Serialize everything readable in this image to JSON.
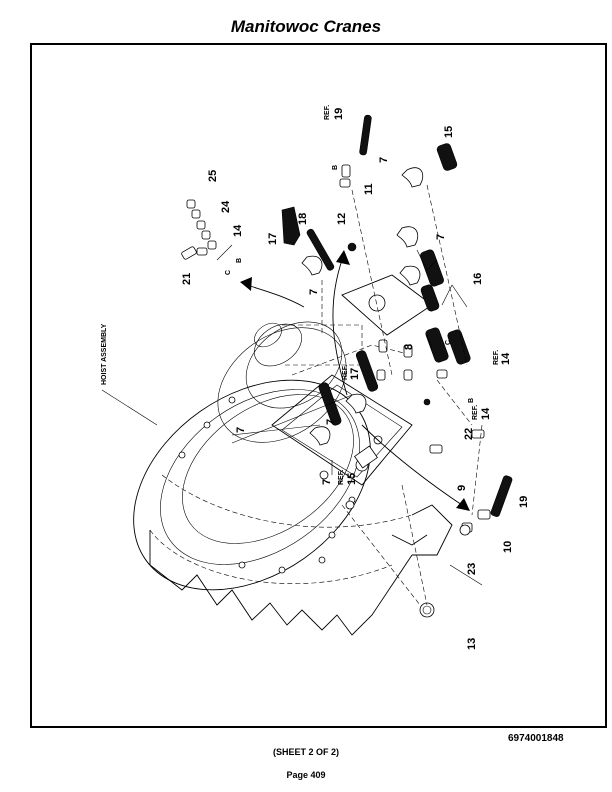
{
  "header": {
    "title": "Manitowoc Cranes"
  },
  "diagram": {
    "assembly_label": "HOIST ASSEMBLY",
    "ref_label": "REF.",
    "callouts": {
      "c25": "25",
      "c24": "24",
      "c14a": "14",
      "c21": "21",
      "c17": "17",
      "c18": "18",
      "c12": "12",
      "c19": "19",
      "c11": "11",
      "c7a": "7",
      "c15": "15",
      "c7b": "7",
      "c7c": "7",
      "c16": "16",
      "c7d": "7",
      "c7e": "7",
      "c7f": "7",
      "c8": "8",
      "c17ref": "17",
      "c15ref": "15",
      "c14ref": "14",
      "c14ref2": "14",
      "c22": "22",
      "c9": "9",
      "c19b": "19",
      "c10": "10",
      "c23": "23",
      "c13": "13"
    },
    "port_labels": {
      "b1": "B",
      "c1": "C",
      "c2": "C",
      "b2": "B",
      "b3": "B"
    }
  },
  "footer": {
    "doc_number": "6974001848",
    "sheet": "(SHEET 2 OF 2)",
    "page": "Page 409"
  }
}
